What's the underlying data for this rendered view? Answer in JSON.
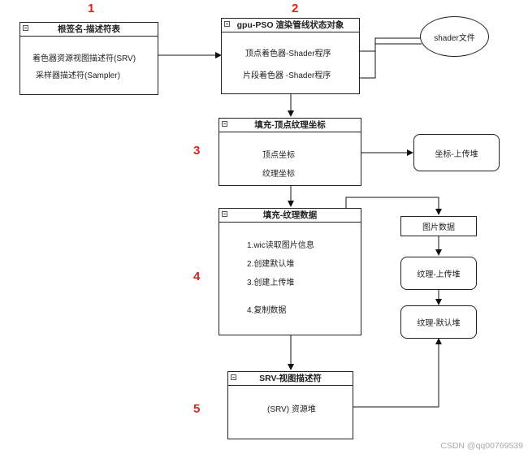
{
  "steps": [
    "1",
    "2",
    "3",
    "4",
    "5"
  ],
  "root_signature": {
    "title": "根签名-描述符表",
    "items": [
      "着色器资源视图描述符(SRV)",
      "采样器描述符(Sampler)"
    ]
  },
  "pso": {
    "title": "gpu-PSO 渲染管线状态对象",
    "items": [
      "顶点着色器-Shader程序",
      "片段着色器 -Shader程序"
    ]
  },
  "shader_file": "shader文件",
  "vertex_fill": {
    "title": "填充-顶点纹理坐标",
    "items": [
      "顶点坐标",
      "纹理坐标"
    ]
  },
  "coord_upload": "坐标-上传堆",
  "texture_fill": {
    "title": "填充-纹理数据",
    "items": [
      "1.wic读取图片信息",
      "2.创建默认堆",
      "3.创建上传堆",
      "4.复制数据"
    ]
  },
  "image_data": "图片数据",
  "texture_upload": "纹理-上传堆",
  "texture_default": "纹理-默认堆",
  "srv": {
    "title": "SRV-视图描述符",
    "items": [
      "(SRV) 资源堆"
    ]
  },
  "watermark": "CSDN @qq00769539"
}
